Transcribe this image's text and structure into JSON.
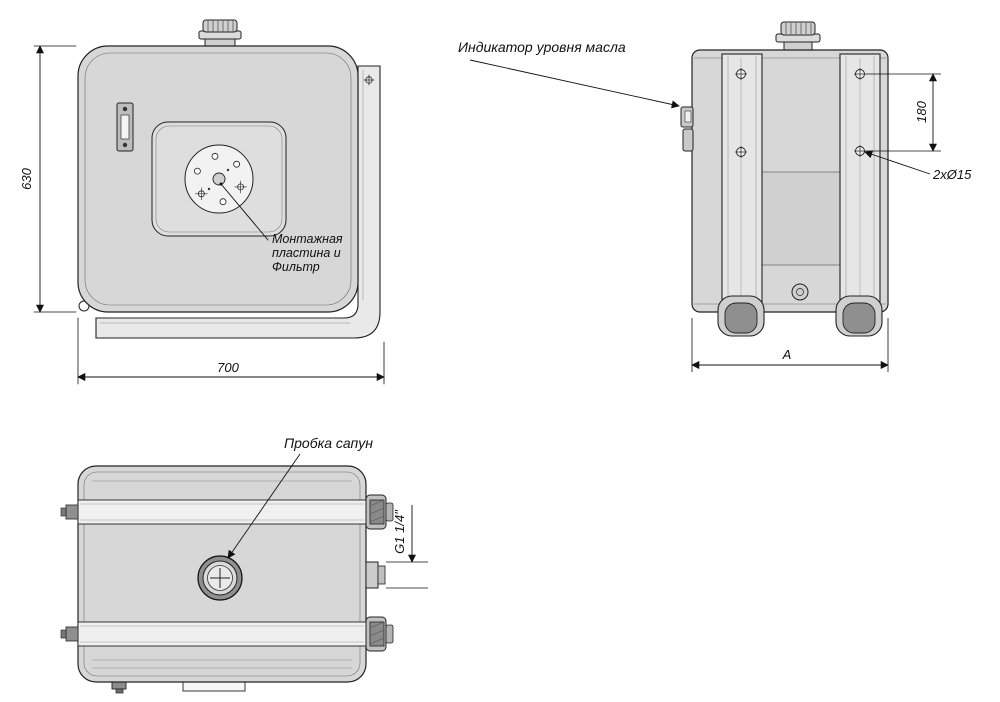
{
  "labels": {
    "oil_level": "Индикатор уровня масла",
    "mount1": "Монтажная",
    "mount2": "пластина и",
    "mount3": "Фильтр",
    "breather": "Пробка сапун",
    "thread": "G1 1/4\"",
    "holes": "2xØ15"
  },
  "dims": {
    "height": "630",
    "width": "700",
    "hole_spacing": "180",
    "depth": "A"
  }
}
